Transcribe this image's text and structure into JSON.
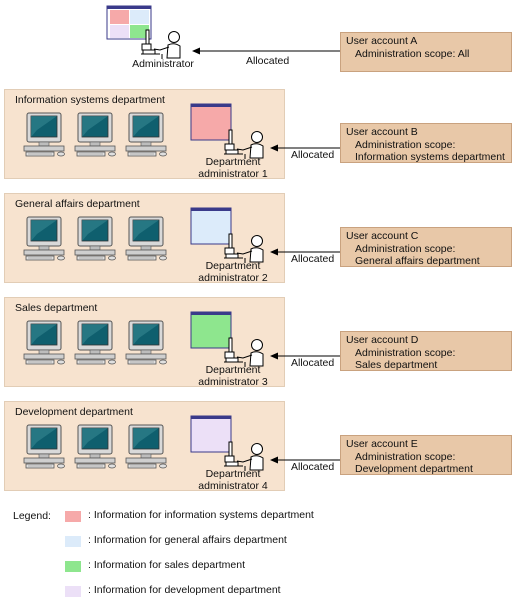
{
  "administrator": {
    "label": "Administrator"
  },
  "top_allocated": "Allocated",
  "top_account": {
    "name": "User account A",
    "scope_line1": "Administration scope: All",
    "scope_line2": ""
  },
  "departments": [
    {
      "title": "Information systems department",
      "admin_line1": "Department",
      "admin_line2": "administrator 1",
      "allocated": "Allocated",
      "account_name": "User account B",
      "scope_line1": "Administration scope:",
      "scope_line2": "Information systems department",
      "color": "#f6a9a9"
    },
    {
      "title": "General affairs department",
      "admin_line1": "Department",
      "admin_line2": "administrator 2",
      "allocated": "Allocated",
      "account_name": "User account C",
      "scope_line1": "Administration scope:",
      "scope_line2": "General affairs department",
      "color": "#dcebfa"
    },
    {
      "title": "Sales department",
      "admin_line1": "Department",
      "admin_line2": "administrator 3",
      "allocated": "Allocated",
      "account_name": "User account D",
      "scope_line1": "Administration scope:",
      "scope_line2": "Sales department",
      "color": "#8ee68e"
    },
    {
      "title": "Development department",
      "admin_line1": "Department",
      "admin_line2": "administrator 4",
      "allocated": "Allocated",
      "account_name": "User account E",
      "scope_line1": "Administration scope:",
      "scope_line2": "Development department",
      "color": "#ece0f7"
    }
  ],
  "legend": {
    "title": "Legend:",
    "items": [
      {
        "text": ": Information for information systems department",
        "color": "#f6a9a9"
      },
      {
        "text": ": Information for general affairs department",
        "color": "#dcebfa"
      },
      {
        "text": ": Information for sales department",
        "color": "#8ee68e"
      },
      {
        "text": ": Information for development department",
        "color": "#ece0f7"
      }
    ]
  },
  "icons": {
    "computer": "desktop-computer-icon",
    "admin": "administrator-at-terminal-icon",
    "screen": "info-window-icon"
  }
}
